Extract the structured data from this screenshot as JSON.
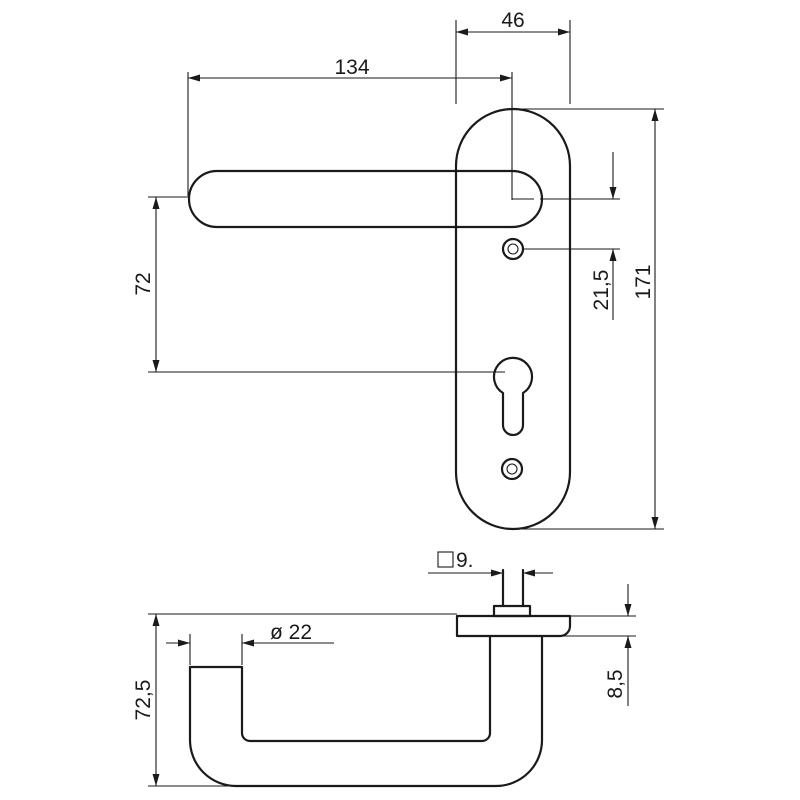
{
  "dimensions": {
    "handle_length": "134",
    "rose_width": "46",
    "handle_to_keyhole": "72",
    "spindle_to_screw": "21,5",
    "plate_height": "171",
    "spindle_square": "9.",
    "handle_diameter": "ø 22",
    "projection": "72,5",
    "plate_thickness": "8,5"
  },
  "colors": {
    "line": "#1a1a1a",
    "background": "#ffffff"
  }
}
